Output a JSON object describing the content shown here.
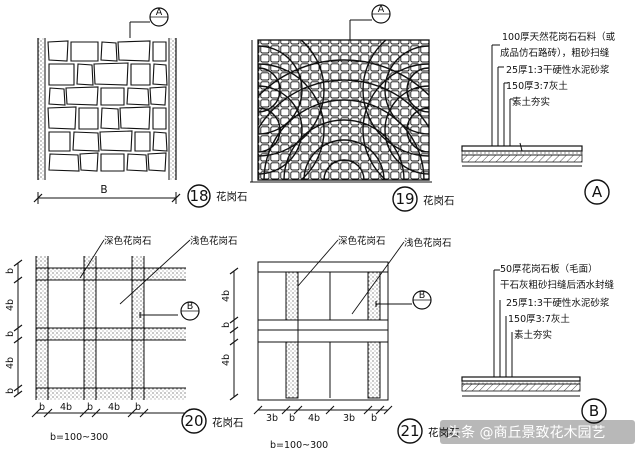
{
  "callout": {
    "A": "A",
    "B": "B"
  },
  "figure_18": {
    "number": "18",
    "caption": "花岗石",
    "dimension_label": "B"
  },
  "figure_19": {
    "number": "19",
    "caption": "花岗石"
  },
  "figure_20": {
    "number": "20",
    "caption": "花岗石",
    "dark_label": "深色花岗石",
    "light_label": "浅色花岗石",
    "dim_b": "b",
    "dim_4b": "4b",
    "note": "b=100~300"
  },
  "figure_21": {
    "number": "21",
    "caption": "花岗石",
    "dark_label": "深色花岗石",
    "light_label": "浅色花岗石",
    "dim_b": "b",
    "dim_3b": "3b",
    "dim_4b": "4b",
    "note": "b=100~300"
  },
  "section_A": {
    "marker": "A",
    "layers": [
      "100厚天然花岗石石料（或",
      "成品仿石路砖），粗砂扫缝",
      "25厚1:3干硬性水泥砂浆",
      "150厚3:7灰土",
      "素土夯实"
    ]
  },
  "section_B": {
    "marker": "B",
    "layers": [
      "50厚花岗石板（毛面）",
      "干石灰粗砂扫缝后洒水封缝",
      "25厚1:3干硬性水泥砂浆",
      "150厚3:7灰土",
      "素土夯实"
    ]
  },
  "watermark": "头条 @商丘景致花木园艺"
}
